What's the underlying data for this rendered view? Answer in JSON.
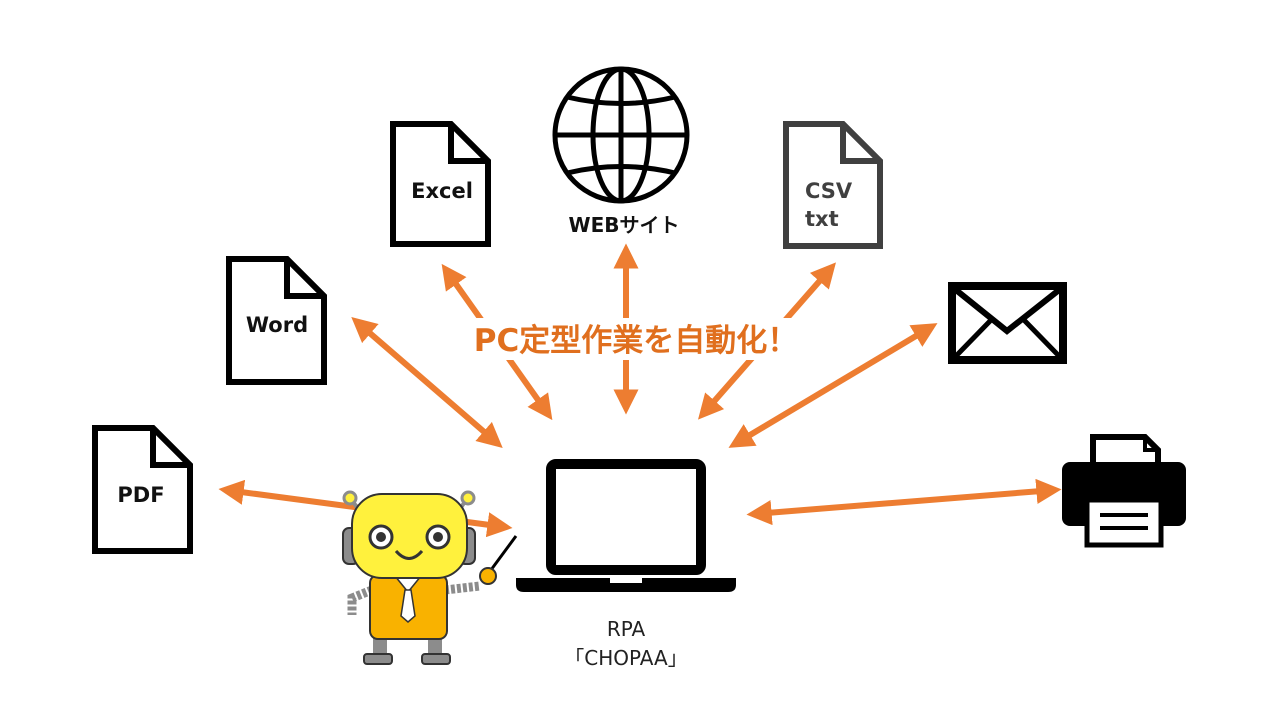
{
  "colors": {
    "accent": "#ED7D31",
    "headline": "#E06F1E",
    "icon": "#000000",
    "csv_icon": "#404040",
    "robot_head": "#FFF13D",
    "robot_body": "#F9B200",
    "robot_gray": "#8C8C8C"
  },
  "headline": "PC定型作業を自動化！",
  "nodes": {
    "pdf": {
      "label": "PDF",
      "icon": "document-icon"
    },
    "word": {
      "label": "Word",
      "icon": "document-icon"
    },
    "excel": {
      "label": "Excel",
      "icon": "document-icon"
    },
    "web": {
      "label": "WEBサイト",
      "icon": "globe-icon"
    },
    "csv": {
      "label_line1": "CSV",
      "label_line2": "txt",
      "icon": "document-icon"
    },
    "mail": {
      "icon": "envelope-icon"
    },
    "printer": {
      "icon": "printer-icon"
    }
  },
  "center": {
    "icon": "laptop-icon",
    "caption_line1": "RPA",
    "caption_line2": "「CHOPAA」",
    "mascot": "robot-mascot"
  }
}
